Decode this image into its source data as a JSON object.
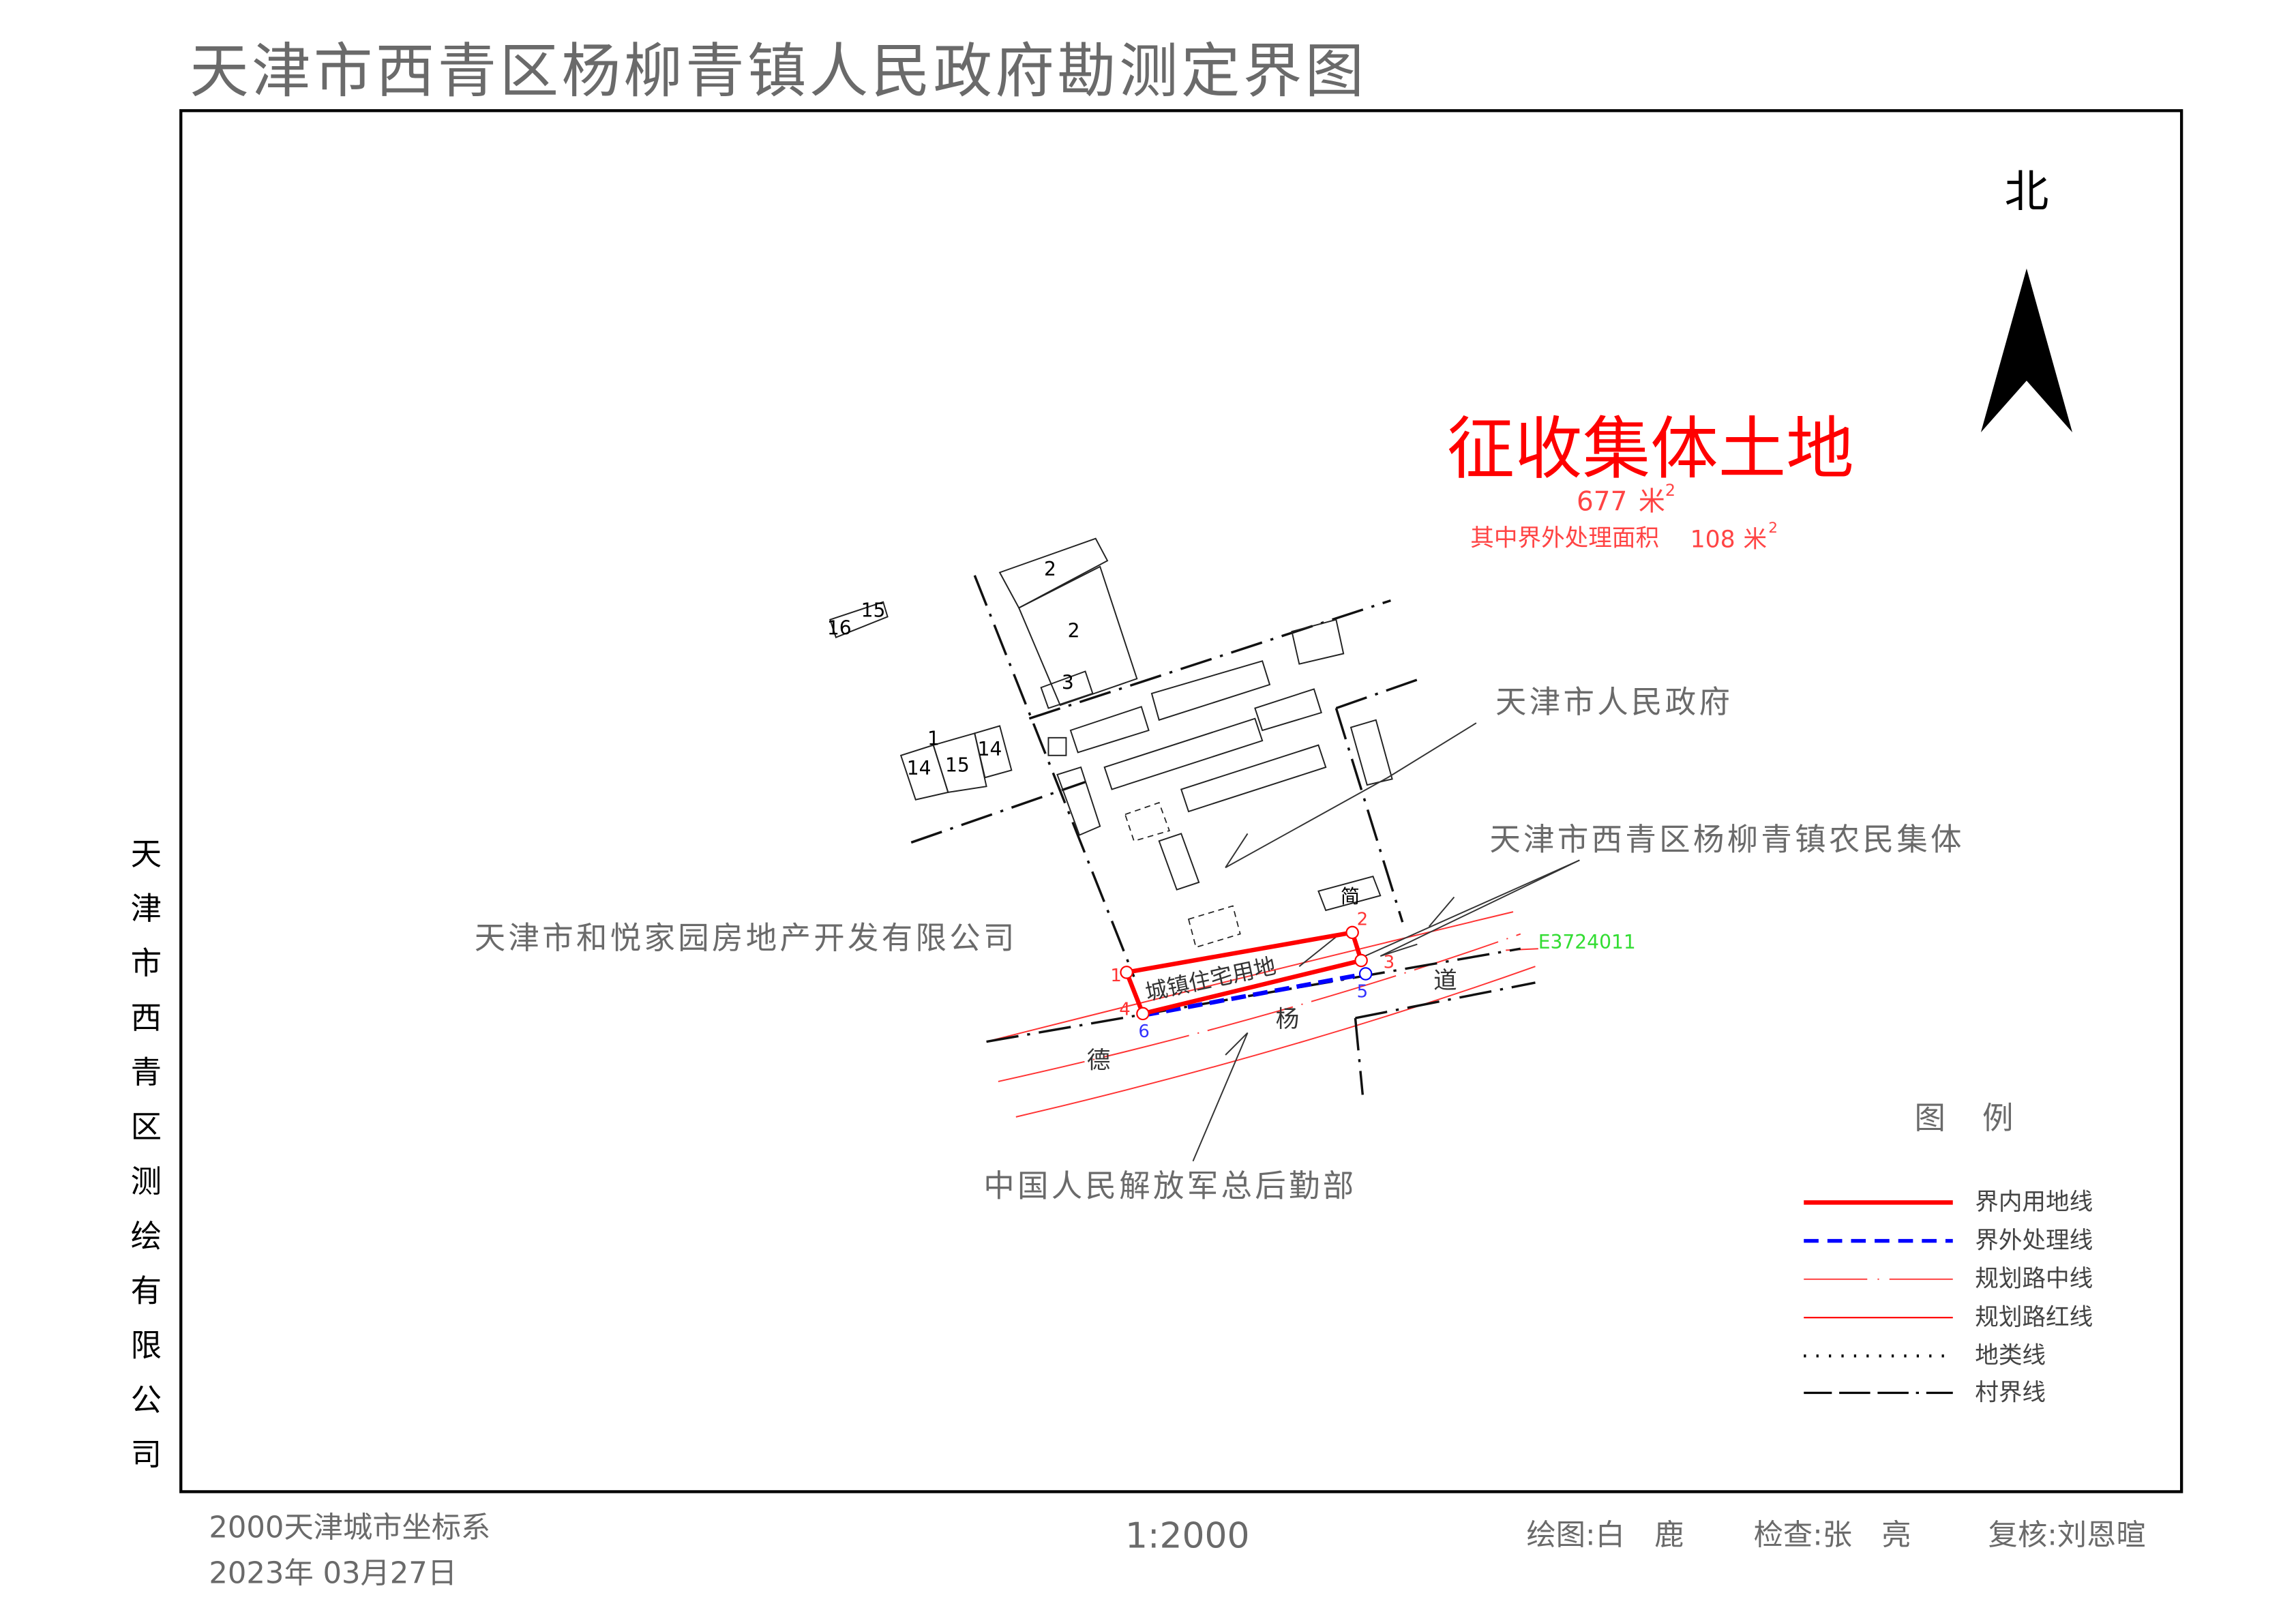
{
  "title": "天津市西青区杨柳青镇人民政府勘测定界图",
  "north_label": "北",
  "company_vertical": [
    "天",
    "津",
    "市",
    "西",
    "青",
    "区",
    "测",
    "绘",
    "有",
    "限",
    "公",
    "司"
  ],
  "parcel": {
    "heading": "征收集体土地",
    "area_value": "677",
    "area_unit": "米",
    "area_sup": "2",
    "outside_text": "其中界外处理面积",
    "outside_value": "108",
    "outside_unit": "米",
    "outside_sup": "2",
    "land_use": "城镇住宅用地",
    "point_labels": [
      "1",
      "2",
      "3",
      "4",
      "5",
      "6"
    ]
  },
  "map_labels": {
    "gov": "天津市人民政府",
    "collective": "天津市西青区杨柳青镇农民集体",
    "developer": "天津市和悦家园房地产开发有限公司",
    "army": "中国人民解放军总后勤部",
    "code": "E3724011",
    "road_chars": [
      "德",
      "杨",
      "道"
    ],
    "building_labels": [
      "2",
      "2",
      "3",
      "16",
      "15",
      "14",
      "15",
      "14",
      "1",
      "简"
    ]
  },
  "legend": {
    "title_a": "图",
    "title_b": "例",
    "items": [
      {
        "label": "界内用地线",
        "color": "#ff0000"
      },
      {
        "label": "界外处理线",
        "color": "#0000ff"
      },
      {
        "label": "规划路中线",
        "color": "#ff5555"
      },
      {
        "label": "规划路红线",
        "color": "#ff0000"
      },
      {
        "label": "地类线",
        "color": "#000000"
      },
      {
        "label": "村界线",
        "color": "#000000"
      }
    ]
  },
  "footer": {
    "coord_system": "2000天津城市坐标系",
    "date": "2023年 03月27日",
    "scale": "1:2000",
    "drawn_by": "绘图:白　鹿",
    "checked_by": "检查:张　亮",
    "reviewed_by": "复核:刘恩暄"
  },
  "colors": {
    "red": "#ff0000",
    "blue": "#0000ff",
    "green": "#33dd33",
    "gray": "#6a6a6a"
  }
}
